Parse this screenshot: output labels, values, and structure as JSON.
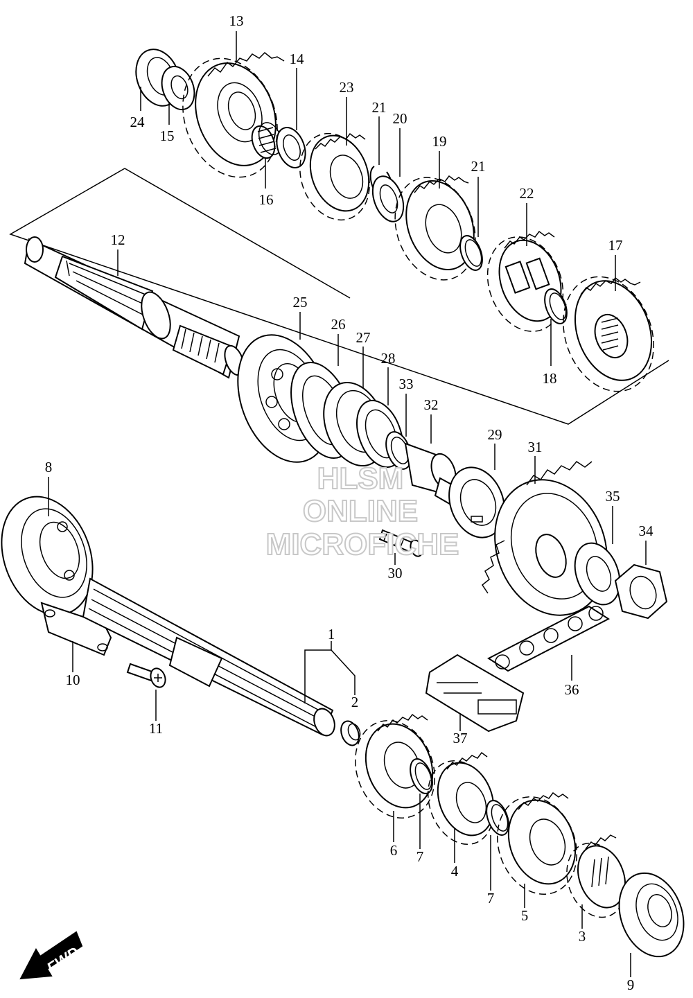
{
  "watermark": {
    "line1": "HLSM",
    "line2": "ONLINE",
    "line3": "MICROFICHE"
  },
  "fwd_label": "FWD",
  "part_labels": [
    {
      "id": "p13",
      "text": "13"
    },
    {
      "id": "p14",
      "text": "14"
    },
    {
      "id": "p24",
      "text": "24"
    },
    {
      "id": "p15",
      "text": "15"
    },
    {
      "id": "p16",
      "text": "16"
    },
    {
      "id": "p23",
      "text": "23"
    },
    {
      "id": "p21a",
      "text": "21"
    },
    {
      "id": "p20",
      "text": "20"
    },
    {
      "id": "p19",
      "text": "19"
    },
    {
      "id": "p21b",
      "text": "21"
    },
    {
      "id": "p22",
      "text": "22"
    },
    {
      "id": "p17",
      "text": "17"
    },
    {
      "id": "p18",
      "text": "18"
    },
    {
      "id": "p12",
      "text": "12"
    },
    {
      "id": "p25",
      "text": "25"
    },
    {
      "id": "p26",
      "text": "26"
    },
    {
      "id": "p27",
      "text": "27"
    },
    {
      "id": "p28",
      "text": "28"
    },
    {
      "id": "p33",
      "text": "33"
    },
    {
      "id": "p32",
      "text": "32"
    },
    {
      "id": "p29",
      "text": "29"
    },
    {
      "id": "p31",
      "text": "31"
    },
    {
      "id": "p35",
      "text": "35"
    },
    {
      "id": "p34",
      "text": "34"
    },
    {
      "id": "p30",
      "text": "30"
    },
    {
      "id": "p8",
      "text": "8"
    },
    {
      "id": "p10",
      "text": "10"
    },
    {
      "id": "p11",
      "text": "11"
    },
    {
      "id": "p1",
      "text": "1"
    },
    {
      "id": "p2",
      "text": "2"
    },
    {
      "id": "p36",
      "text": "36"
    },
    {
      "id": "p37",
      "text": "37"
    },
    {
      "id": "p6",
      "text": "6"
    },
    {
      "id": "p7a",
      "text": "7"
    },
    {
      "id": "p4",
      "text": "4"
    },
    {
      "id": "p7b",
      "text": "7"
    },
    {
      "id": "p5",
      "text": "5"
    },
    {
      "id": "p3",
      "text": "3"
    },
    {
      "id": "p9",
      "text": "9"
    }
  ]
}
